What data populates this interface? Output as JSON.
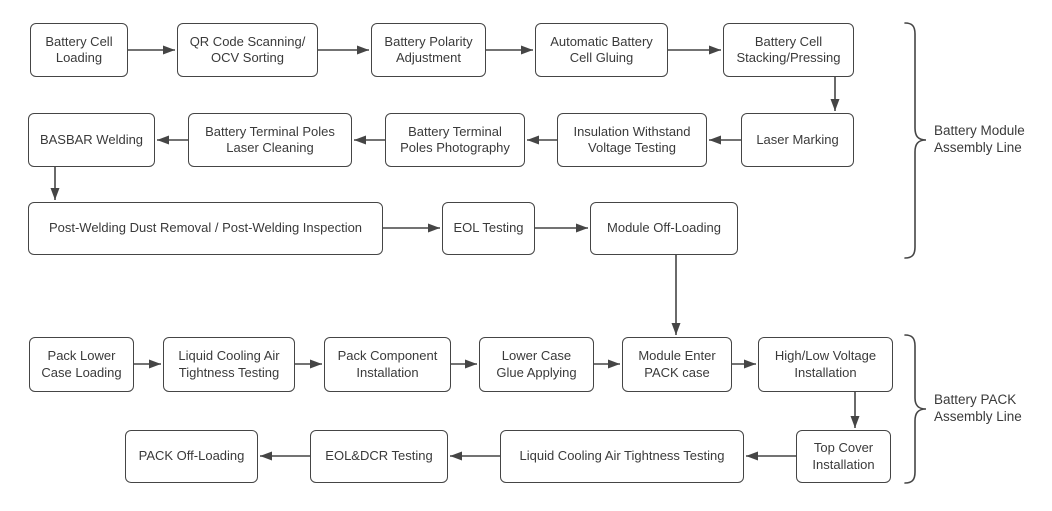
{
  "diagram": {
    "colors": {
      "stroke": "#454545",
      "text": "#3a3a3a",
      "background": "#ffffff",
      "node_fill": "#ffffff"
    },
    "nodes": [
      {
        "id": "battery-cell-loading",
        "label": "Battery Cell\nLoading"
      },
      {
        "id": "qr-code-scanning-ocv-sorting",
        "label": "QR Code Scanning/\nOCV Sorting"
      },
      {
        "id": "battery-polarity-adjustment",
        "label": "Battery Polarity\nAdjustment"
      },
      {
        "id": "automatic-battery-cell-gluing",
        "label": "Automatic Battery\nCell Gluing"
      },
      {
        "id": "battery-cell-stacking-pressing",
        "label": "Battery Cell\nStacking/Pressing"
      },
      {
        "id": "laser-marking",
        "label": "Laser Marking"
      },
      {
        "id": "insulation-withstand-voltage-testing",
        "label": "Insulation Withstand\nVoltage Testing"
      },
      {
        "id": "battery-terminal-poles-photography",
        "label": "Battery Terminal\nPoles Photography"
      },
      {
        "id": "battery-terminal-poles-laser-cleaning",
        "label": "Battery Terminal Poles\nLaser Cleaning"
      },
      {
        "id": "basbar-welding",
        "label": "BASBAR Welding"
      },
      {
        "id": "post-welding-dust-removal-inspection",
        "label": "Post-Welding Dust Removal / Post-Welding Inspection"
      },
      {
        "id": "eol-testing",
        "label": "EOL Testing"
      },
      {
        "id": "module-off-loading",
        "label": "Module Off-Loading"
      },
      {
        "id": "pack-lower-case-loading",
        "label": "Pack Lower\nCase Loading"
      },
      {
        "id": "liquid-cooling-air-tightness-testing-1",
        "label": "Liquid Cooling Air\nTightness Testing"
      },
      {
        "id": "pack-component-installation",
        "label": "Pack Component\nInstallation"
      },
      {
        "id": "lower-case-glue-applying",
        "label": "Lower Case\nGlue Applying"
      },
      {
        "id": "module-enter-pack-case",
        "label": "Module Enter\nPACK case"
      },
      {
        "id": "high-low-voltage-installation",
        "label": "High/Low Voltage\nInstallation"
      },
      {
        "id": "top-cover-installation",
        "label": "Top Cover\nInstallation"
      },
      {
        "id": "liquid-cooling-air-tightness-testing-2",
        "label": "Liquid Cooling Air Tightness Testing"
      },
      {
        "id": "eol-dcr-testing",
        "label": "EOL&DCR Testing"
      },
      {
        "id": "pack-off-loading",
        "label": "PACK Off-Loading"
      }
    ],
    "edges": [
      {
        "from": "battery-cell-loading",
        "to": "qr-code-scanning-ocv-sorting"
      },
      {
        "from": "qr-code-scanning-ocv-sorting",
        "to": "battery-polarity-adjustment"
      },
      {
        "from": "battery-polarity-adjustment",
        "to": "automatic-battery-cell-gluing"
      },
      {
        "from": "automatic-battery-cell-gluing",
        "to": "battery-cell-stacking-pressing"
      },
      {
        "from": "battery-cell-stacking-pressing",
        "to": "laser-marking"
      },
      {
        "from": "laser-marking",
        "to": "insulation-withstand-voltage-testing"
      },
      {
        "from": "insulation-withstand-voltage-testing",
        "to": "battery-terminal-poles-photography"
      },
      {
        "from": "battery-terminal-poles-photography",
        "to": "battery-terminal-poles-laser-cleaning"
      },
      {
        "from": "battery-terminal-poles-laser-cleaning",
        "to": "basbar-welding"
      },
      {
        "from": "basbar-welding",
        "to": "post-welding-dust-removal-inspection"
      },
      {
        "from": "post-welding-dust-removal-inspection",
        "to": "eol-testing"
      },
      {
        "from": "eol-testing",
        "to": "module-off-loading"
      },
      {
        "from": "module-off-loading",
        "to": "module-enter-pack-case"
      },
      {
        "from": "pack-lower-case-loading",
        "to": "liquid-cooling-air-tightness-testing-1"
      },
      {
        "from": "liquid-cooling-air-tightness-testing-1",
        "to": "pack-component-installation"
      },
      {
        "from": "pack-component-installation",
        "to": "lower-case-glue-applying"
      },
      {
        "from": "lower-case-glue-applying",
        "to": "module-enter-pack-case"
      },
      {
        "from": "module-enter-pack-case",
        "to": "high-low-voltage-installation"
      },
      {
        "from": "high-low-voltage-installation",
        "to": "top-cover-installation"
      },
      {
        "from": "top-cover-installation",
        "to": "liquid-cooling-air-tightness-testing-2"
      },
      {
        "from": "liquid-cooling-air-tightness-testing-2",
        "to": "eol-dcr-testing"
      },
      {
        "from": "eol-dcr-testing",
        "to": "pack-off-loading"
      }
    ],
    "groups": [
      {
        "id": "battery-module-assembly-line",
        "label": "Battery Module\nAssembly Line"
      },
      {
        "id": "battery-pack-assembly-line",
        "label": "Battery PACK\nAssembly Line"
      }
    ]
  }
}
